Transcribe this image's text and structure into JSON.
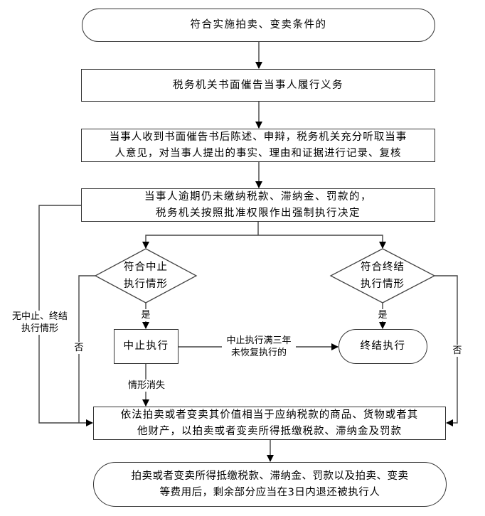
{
  "nodes": {
    "start": "符合实施拍卖、变卖条件的",
    "urge": "税务机关书面催告当事人履行义务",
    "statement": "当事人收到书面催告书后陈述、申辩，税务机关充分听取当事\n人意见，对当事人提出的事实、理由和证据进行记录、复核",
    "decision": "当事人逾期仍未缴纳税款、滞纳金、罚款的，\n税务机关按照批准权限作出强制执行决定",
    "suspend_check": "符合中止\n执行情形",
    "terminate_check": "符合终结\n执行情形",
    "suspend": "中止执行",
    "terminate": "终结执行",
    "auction": "依法拍卖或者变卖其价值相当于应纳税款的商品、货物或者其\n他财产，以拍卖或者变卖所得抵缴税款、滞纳金及罚款",
    "end": "拍卖或者变卖所得抵缴税款、滞纳金、罚款以及拍卖、变卖\n等费用后，剩余部分应当在3日内退还被执行人"
  },
  "edge_labels": {
    "no_suspend_terminate": "无中止、终结\n执行情形",
    "suspend_no": "否",
    "suspend_yes": "是",
    "terminate_yes": "是",
    "terminate_no": "否",
    "suspend_to_terminate": "中止执行满三年\n未恢复执行的",
    "situation_gone": "情形消失"
  }
}
